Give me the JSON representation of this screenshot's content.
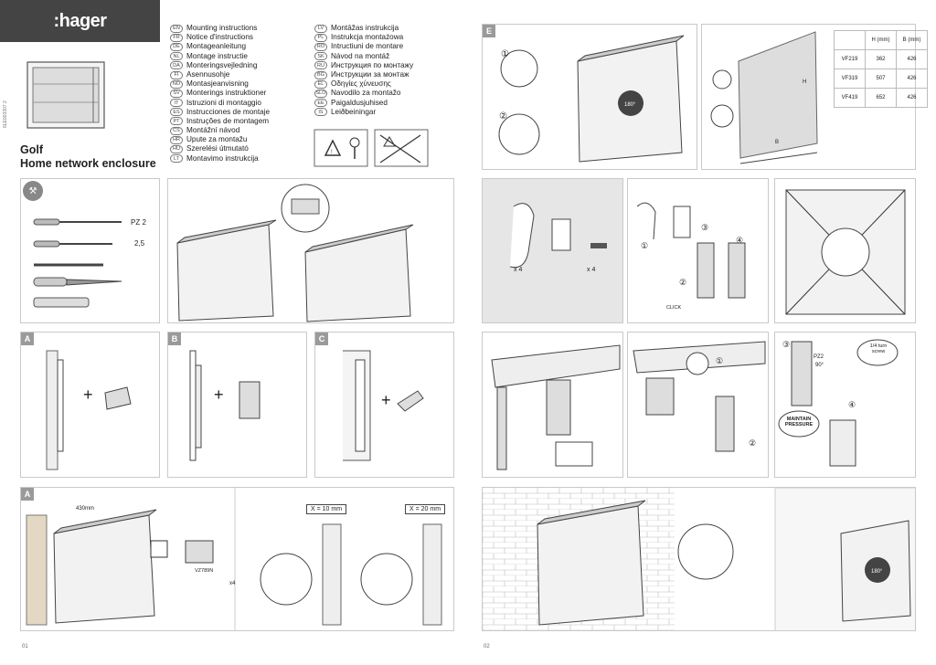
{
  "brand": {
    "logo": ":hager"
  },
  "product": {
    "line1": "Golf",
    "line2": "Home network enclosure",
    "doc_code": "6LE003307 2"
  },
  "languages": [
    {
      "code": "EN",
      "text": "Mounting instructions"
    },
    {
      "code": "FR",
      "text": "Notice d'instructions"
    },
    {
      "code": "DE",
      "text": "Montageanleitung"
    },
    {
      "code": "NL",
      "text": "Montage instructie"
    },
    {
      "code": "DA",
      "text": "Monteringsvejledning"
    },
    {
      "code": "FI",
      "text": "Asennusohje"
    },
    {
      "code": "NO",
      "text": "Montasjeanvisning"
    },
    {
      "code": "SV",
      "text": "Monterings instruktioner"
    },
    {
      "code": "IT",
      "text": "Istruzioni di montaggio"
    },
    {
      "code": "ES",
      "text": "Instrucciones de montaje"
    },
    {
      "code": "PT",
      "text": "Instruções de montagem"
    },
    {
      "code": "CS",
      "text": "Montážní návod"
    },
    {
      "code": "HR",
      "text": "Upute za montažu"
    },
    {
      "code": "HU",
      "text": "Szerelési útmutató"
    },
    {
      "code": "LT",
      "text": "Montavimo instrukcija"
    }
  ],
  "languages2": [
    {
      "code": "LV",
      "text": "Montāžas instrukcija"
    },
    {
      "code": "PL",
      "text": "Instrukcja montażowa"
    },
    {
      "code": "RO",
      "text": "Intructiuni de montare"
    },
    {
      "code": "SK",
      "text": "Návod na montáž"
    },
    {
      "code": "RU",
      "text": "Инструкция по монтажу"
    },
    {
      "code": "BG",
      "text": "Инструкции за монтаж"
    },
    {
      "code": "EL",
      "text": "Οδηγίες χύνευσης"
    },
    {
      "code": "SLO",
      "text": "Navodilo za montažo"
    },
    {
      "code": "EE",
      "text": "Paigaldusjuhised"
    },
    {
      "code": "IS",
      "text": "Leiðbeiningar"
    }
  ],
  "tools": {
    "screwdriver1": "PZ 2",
    "screwdriver2": "2,5"
  },
  "tags": {
    "A": "A",
    "B": "B",
    "C": "C",
    "E": "E"
  },
  "dims_table": {
    "header": [
      "",
      "H (mm)",
      "B (mm)"
    ],
    "rows": [
      [
        "VF219",
        "362",
        "426"
      ],
      [
        "VF319",
        "507",
        "426"
      ],
      [
        "VF419",
        "652",
        "426"
      ]
    ]
  },
  "labels": {
    "x10": "X = 10 mm",
    "x20": "X = 20 mm",
    "qty4a": "x 4",
    "qty4b": "x 4",
    "pz2": "PZ2",
    "deg90": "90°",
    "quarter_turn": "1/4 turn screw",
    "maintain": "MAINTAIN PRESSURE",
    "vz": "VZ789N",
    "deg180a": "180°",
    "deg180b": "180°",
    "click": "CLICK",
    "x4small": "x4",
    "dim430": "430mm",
    "n1": "①",
    "n2": "②",
    "n3": "③",
    "n4": "④",
    "dimH": "H",
    "dimB": "B",
    "plus": "+"
  },
  "pages": {
    "left": "01",
    "right": "02"
  }
}
